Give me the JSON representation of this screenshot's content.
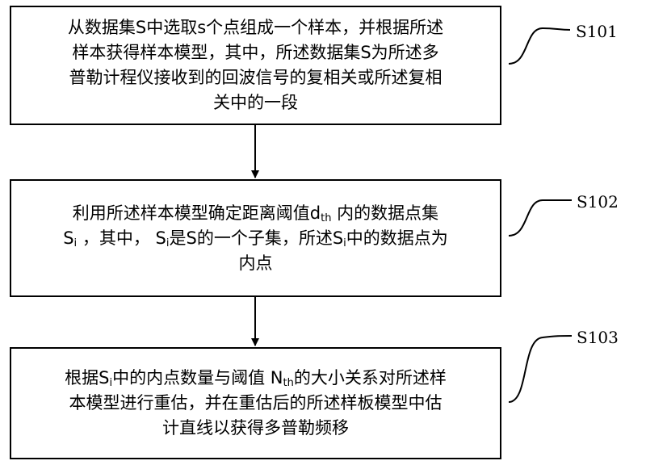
{
  "steps": [
    {
      "id": "S101",
      "lines": [
        [
          "从数据集S中选取s个点组成一个样本，并根据所述"
        ],
        [
          "样本获得样本模型，其中，所述数据集S为所述多"
        ],
        [
          "普勒计程仪接收到的回波信号的复相关或所述复相"
        ],
        [
          "关中的一段"
        ]
      ]
    },
    {
      "id": "S102",
      "lines": [
        [
          "利用所述样本模型确定距离阈值d",
          "th",
          " 内的数据点集"
        ],
        [
          "S",
          "i",
          " ，其中， S",
          "i",
          "是S的一个子集，所述S",
          "i",
          "中的数据点为"
        ],
        [
          "内点"
        ]
      ]
    },
    {
      "id": "S103",
      "lines": [
        [
          "根据S",
          "i",
          "中的内点数量与阈值 N",
          "th",
          "的大小关系对所述样"
        ],
        [
          "本模型进行重估，并在重估后的所述样板模型中估"
        ],
        [
          "计直线以获得多普勒频移"
        ]
      ]
    }
  ]
}
